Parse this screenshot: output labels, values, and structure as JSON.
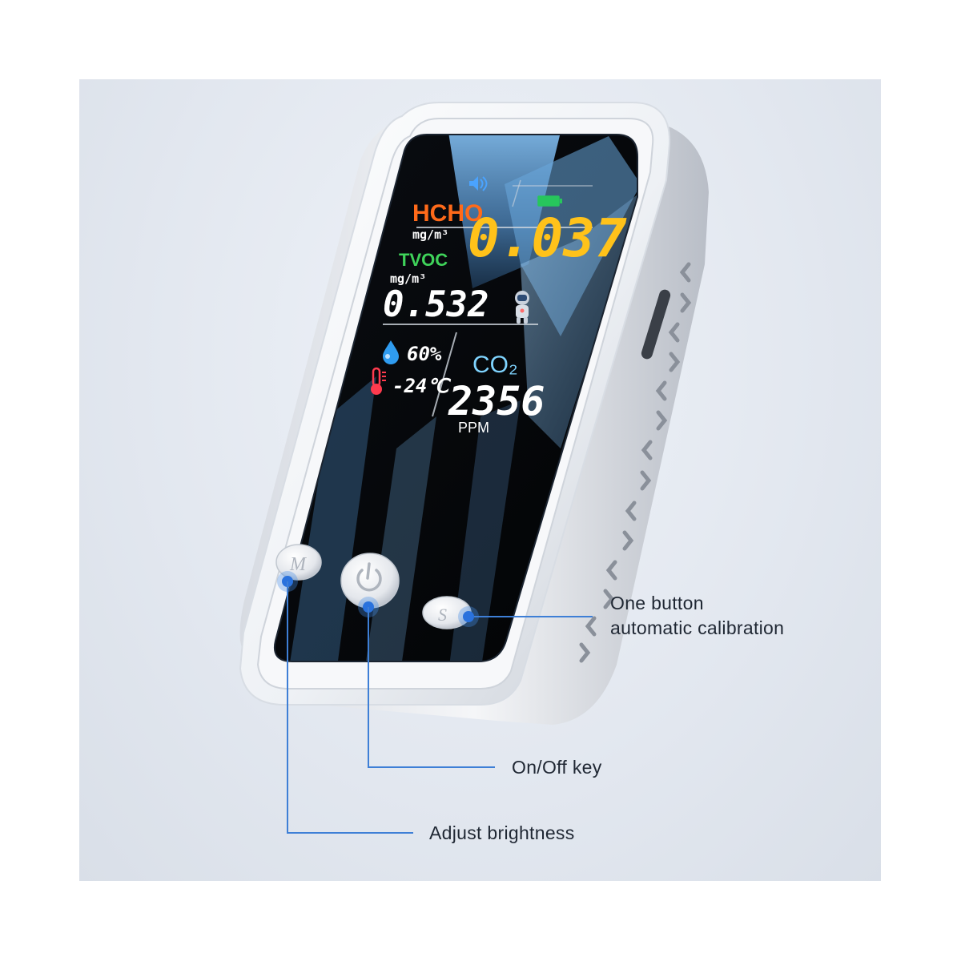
{
  "colors": {
    "background": "#e3e8f0",
    "callout": "#3e7fd6",
    "hcho": "#ff6a1a",
    "hcho_value": "#ffc21a",
    "tvoc": "#3fd35a",
    "co2": "#7fd4ff",
    "battery": "#27c65c",
    "humidity": "#2f9cf0",
    "temperature": "#ff3b4e"
  },
  "screen": {
    "hcho_label": "HCHO",
    "hcho_unit": "mg/m³",
    "hcho_value": "0.037",
    "tvoc_label": "TVOC",
    "tvoc_unit": "mg/m³",
    "tvoc_value": "0.532",
    "humidity_value": "60%",
    "temperature_value": "-24℃",
    "co2_label": "CO₂",
    "co2_value": "2356",
    "co2_unit": "PPM",
    "icons": [
      "speaker-icon",
      "battery-icon",
      "astronaut-icon",
      "humidity-drop-icon",
      "thermometer-icon"
    ]
  },
  "buttons": {
    "m_label": "M",
    "power_icon": "power-icon",
    "s_label": "S"
  },
  "callouts": {
    "calibration_line1": "One button",
    "calibration_line2": "automatic calibration",
    "onoff": "On/Off key",
    "brightness": "Adjust brightness"
  }
}
